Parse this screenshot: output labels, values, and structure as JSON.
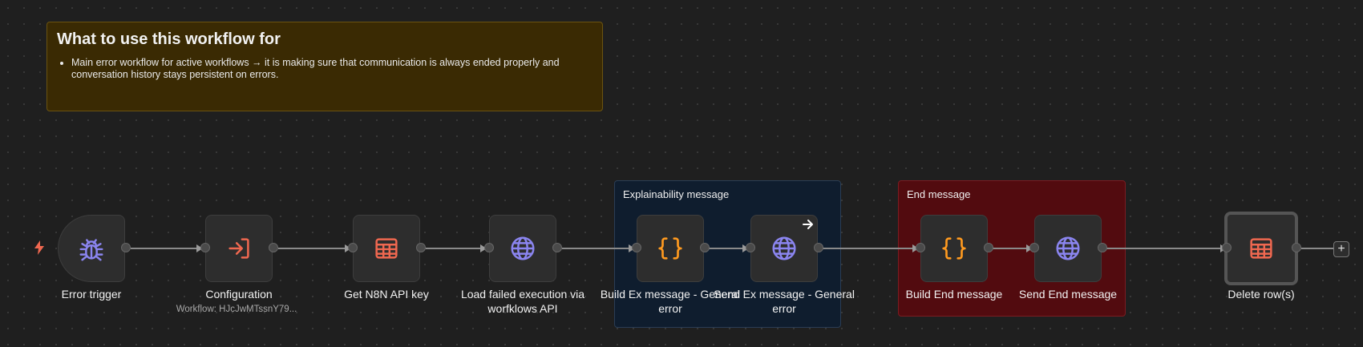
{
  "sticky_notes": {
    "main": {
      "title": "What to use this workflow for",
      "bullet": "Main error workflow for active workflows → it is making sure that communication is always ended properly and conversation history stays persistent on errors."
    },
    "explain": {
      "title": "Explainability message"
    },
    "end": {
      "title": "End message"
    }
  },
  "nodes": {
    "error_trigger": {
      "label": "Error trigger",
      "icon": "bug-icon"
    },
    "configuration": {
      "label": "Configuration",
      "sublabel": "Workflow: HJcJwMTssnY79...",
      "icon": "sign-in-icon"
    },
    "get_api_key": {
      "label": "Get N8N API key",
      "icon": "table-icon"
    },
    "load_failed": {
      "label": "Load failed execution via worfklows API",
      "icon": "globe-icon"
    },
    "build_ex": {
      "label": "Build Ex message - General error",
      "icon": "braces-icon"
    },
    "send_ex": {
      "label": "Send Ex message - General error",
      "icon": "globe-icon"
    },
    "build_end": {
      "label": "Build End message",
      "icon": "braces-icon"
    },
    "send_end": {
      "label": "Send End message",
      "icon": "globe-icon"
    },
    "delete_rows": {
      "label": "Delete row(s)",
      "icon": "table-icon"
    }
  },
  "add_button": {
    "label": "+"
  },
  "colors": {
    "canvas": "#1f1f1f",
    "node": "#2d2d2d",
    "purple": "#8b85f0",
    "orange": "#ff9a1f",
    "red": "#f06850",
    "sticky_yellow": "#3a2a03",
    "sticky_blue": "#0f1d2e",
    "sticky_red": "#520b0f"
  }
}
